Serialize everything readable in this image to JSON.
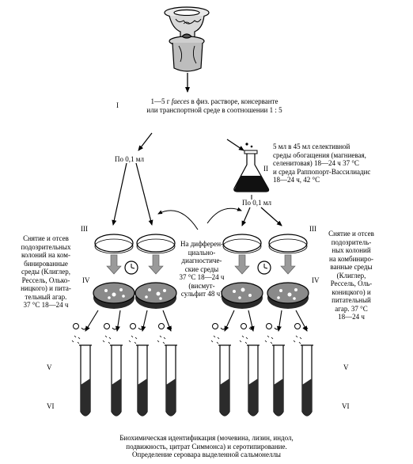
{
  "step_i": {
    "numeral": "I",
    "line1_pre": "1—5 г ",
    "line1_italic": "faeces",
    "line1_post": " в физ. растворе, консерванте",
    "line2": "или транспортной среде в соотношении 1 : 5"
  },
  "step_ii": {
    "numeral": "II",
    "lines": [
      "5 мл в 45 мл селективной",
      "среды обогащения (магниевая,",
      "селенитовая) 18—24 ч 37 °С",
      "и среда Раппопорт-Вассилиадис",
      "18—24 ч, 42 °С"
    ]
  },
  "aliquot_left": "По 0,1 мл",
  "aliquot_right": "По 0,1 мл",
  "row_numerals": {
    "iii_left": "III",
    "iii_right": "III",
    "iv_left": "IV",
    "iv_right": "IV",
    "v_left": "V",
    "v_right": "V",
    "vi_left": "VI",
    "vi_right": "VI"
  },
  "left_note": {
    "lines": [
      "Снятие и отсев",
      "подозрительных",
      "колоний на ком-",
      "бинированные",
      "среды (Клиглер,",
      "Рессель, Олько-",
      "ницкого) и пита-",
      "тельный агар.",
      "37 °С 18—24 ч"
    ]
  },
  "center_note": {
    "lines": [
      "На дифферен-",
      "циально-",
      "диагностиче-",
      "ские среды",
      "37 °С 18—24 ч",
      "(висмут-",
      "сульфит 48 ч)"
    ]
  },
  "right_note": {
    "lines": [
      "Снятие и отсев",
      "подозритель-",
      "ных колоний",
      "на комбиниро-",
      "ванные среды",
      "(Клиглер,",
      "Рессель, Оль-",
      "коницкого) и",
      "питательный",
      "агар. 37 °С",
      "18—24 ч"
    ]
  },
  "footer": {
    "lines": [
      "Биохимическая идентификация (мочевина, лизин, индол,",
      "подвижность, цитрат Симмонса) и серотипирование.",
      "Определение серовара выделенной сальмонеллы"
    ]
  }
}
